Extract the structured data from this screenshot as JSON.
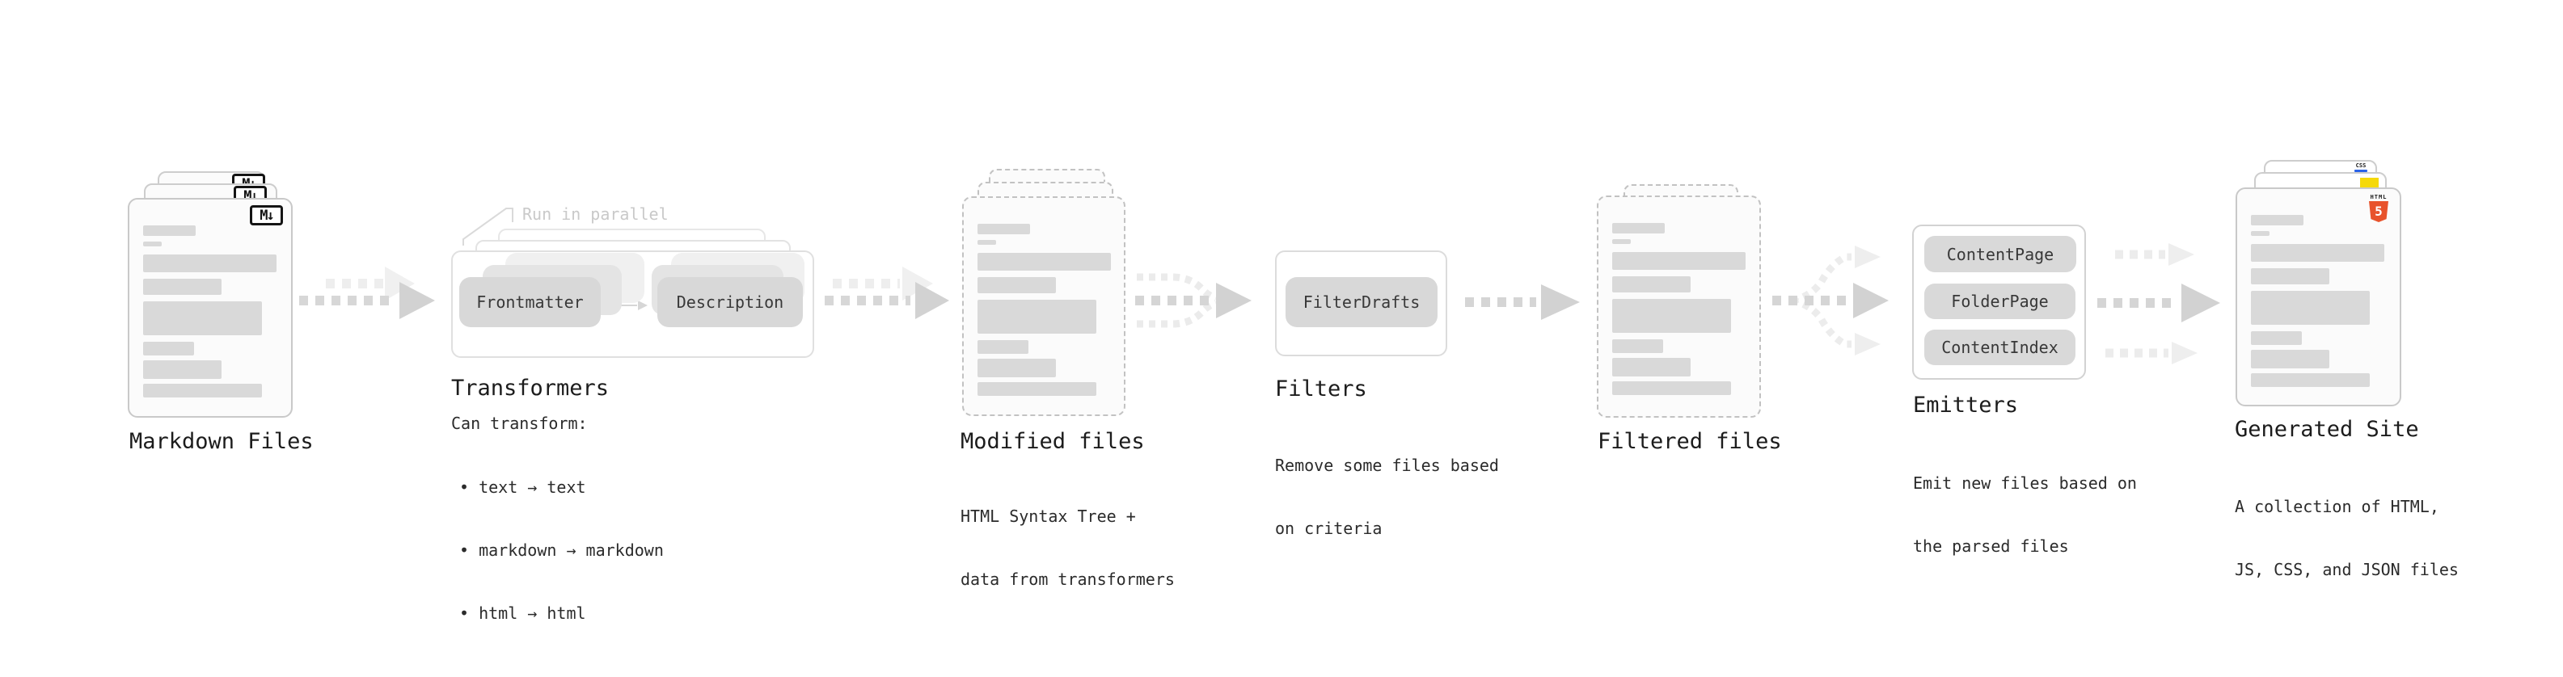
{
  "diagram": {
    "markdown": {
      "title": "Markdown Files",
      "icon": "M↓"
    },
    "transformers": {
      "title": "Transformers",
      "parallel_note": "Run in parallel",
      "step1": "Frontmatter",
      "step2": "Description",
      "caption_heading": "Can transform:",
      "bullets": [
        "• text → text",
        "• markdown → markdown",
        "• html → html"
      ]
    },
    "modified": {
      "title": "Modified files",
      "caption": [
        "HTML Syntax Tree +",
        "data from transformers"
      ]
    },
    "filters": {
      "title": "Filters",
      "box": "FilterDrafts",
      "caption": [
        "Remove some files based",
        "on criteria"
      ]
    },
    "filtered": {
      "title": "Filtered files"
    },
    "emitters": {
      "title": "Emitters",
      "boxes": [
        "ContentPage",
        "FolderPage",
        "ContentIndex"
      ],
      "caption": [
        "Emit new files based on",
        "the parsed files"
      ]
    },
    "generated": {
      "title": "Generated Site",
      "caption": [
        "A collection of HTML,",
        "JS, CSS, and JSON files"
      ],
      "badges": {
        "html_word": "HTML",
        "html_number": "5",
        "css_word": "CSS"
      }
    }
  },
  "colors": {
    "html5_orange": "#e8532c",
    "js_yellow": "#f5d90a",
    "css_blue": "#2b63e8"
  }
}
